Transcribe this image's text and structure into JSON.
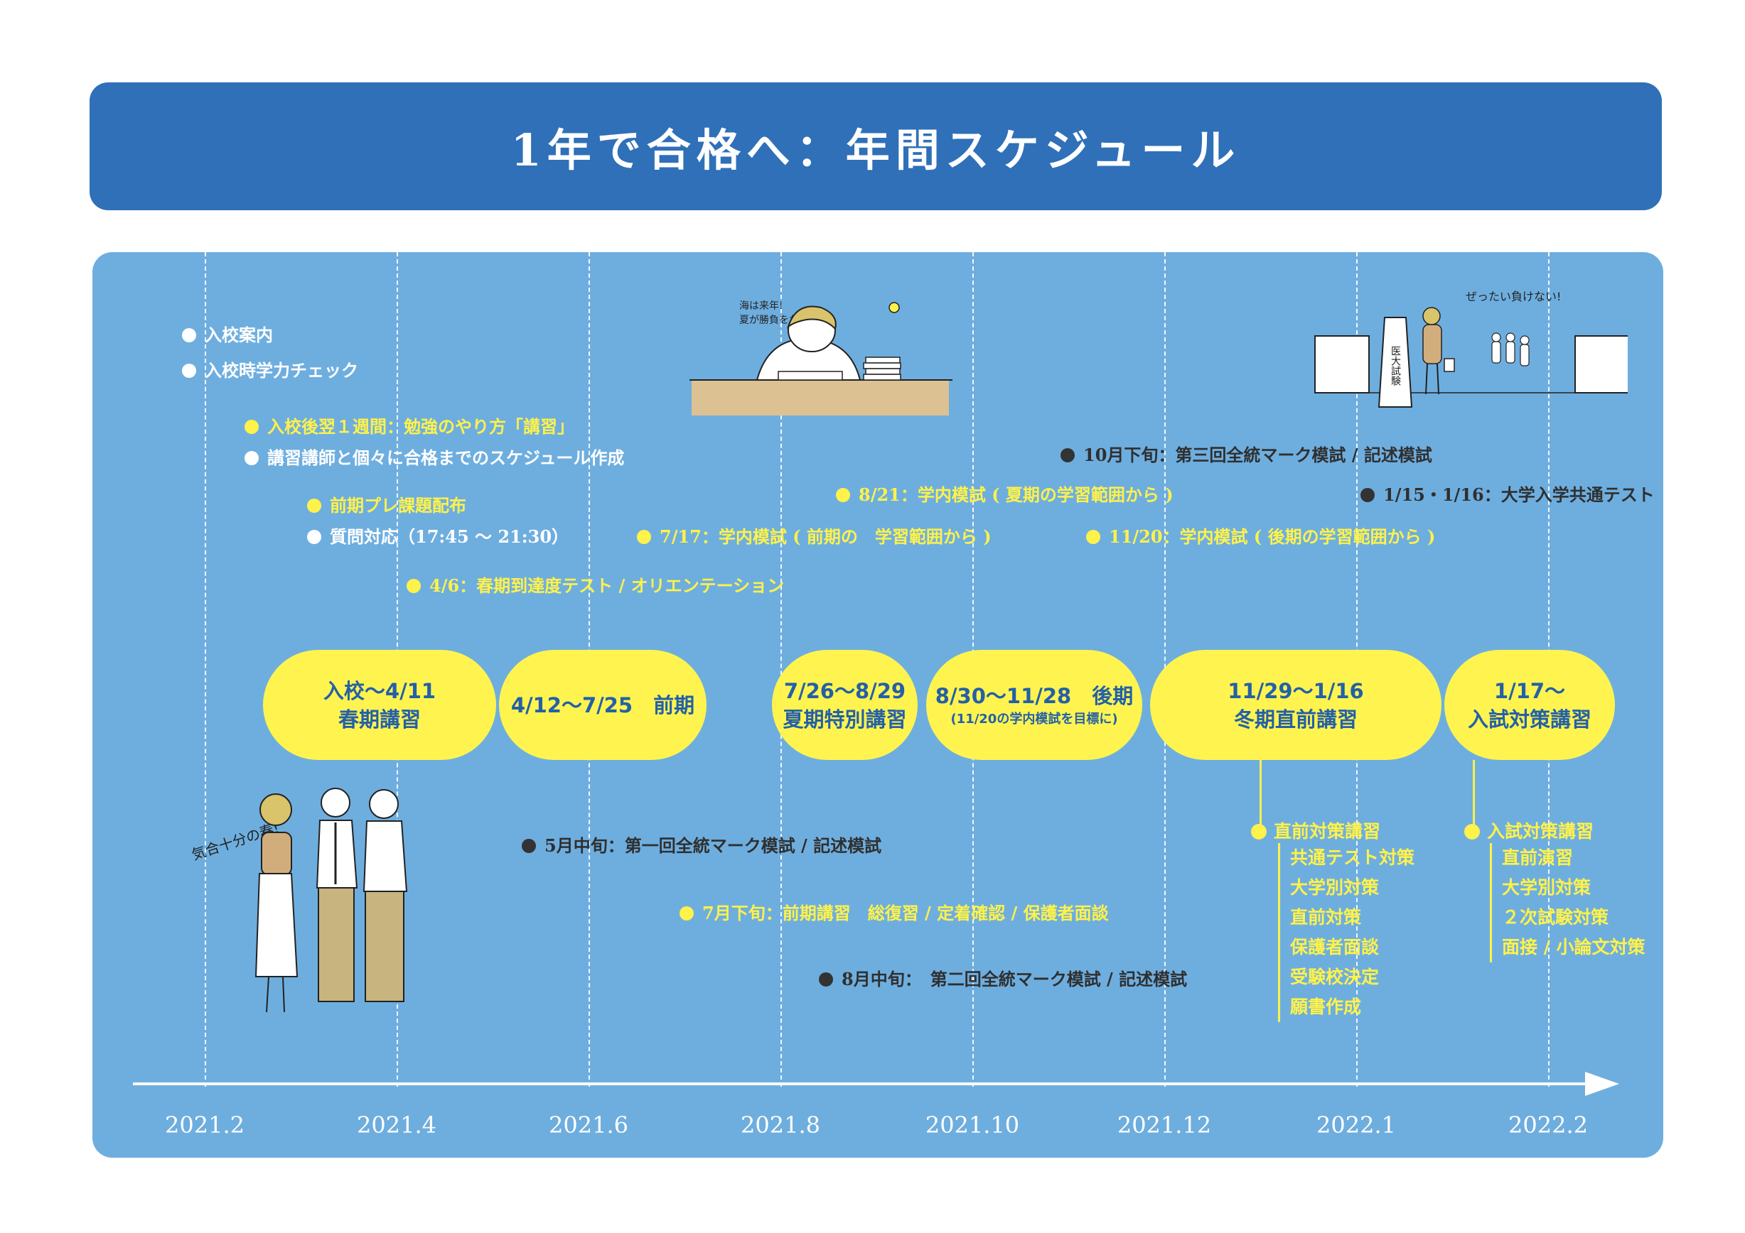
{
  "title": "1年で合格へ：年間スケジュール",
  "axis_labels": [
    "2021.2",
    "2021.4",
    "2021.6",
    "2021.8",
    "2021.10",
    "2021.12",
    "2022.1",
    "2022.2"
  ],
  "events": [
    {
      "text": "入校案内",
      "color": "white"
    },
    {
      "text": "入校時学力チェック",
      "color": "white"
    },
    {
      "text": "入校後翌１週間：勉強のやり方「講習」",
      "color": "yellow"
    },
    {
      "text": "講習講師と個々に合格までのスケジュール作成",
      "color": "white"
    },
    {
      "text": "前期プレ課題配布",
      "color": "yellow"
    },
    {
      "text": "質問対応（17:45 〜 21:30）",
      "color": "white"
    },
    {
      "text": "4/6：春期到達度テスト / オリエンテーション",
      "color": "yellow"
    },
    {
      "text": "7/17：学内模試 ( 前期の　学習範囲から )",
      "color": "yellow"
    },
    {
      "text": "8/21：学内模試 ( 夏期の学習範囲から )",
      "color": "yellow"
    },
    {
      "text": "10月下旬：第三回全統マーク模試 / 記述模試",
      "color": "dark"
    },
    {
      "text": "11/20：学内模試 ( 後期の学習範囲から )",
      "color": "yellow"
    },
    {
      "text": "1/15・1/16：大学入学共通テスト",
      "color": "dark"
    },
    {
      "text": "5月中旬：第一回全統マーク模試 / 記述模試",
      "color": "dark"
    },
    {
      "text": "7月下旬：前期講習　総復習 / 定着確認 / 保護者面談",
      "color": "yellow"
    },
    {
      "text": "8月中旬：　第二回全統マーク模試 / 記述模試",
      "color": "dark"
    }
  ],
  "periods": [
    {
      "line1": "入校〜4/11",
      "line2": "春期講習"
    },
    {
      "line1": "4/12〜7/25　前期",
      "line2": ""
    },
    {
      "line1": "7/26〜8/29",
      "line2": "夏期特別講習"
    },
    {
      "line1": "8/30〜11/28　後期",
      "note": "(11/20の学内模試を目標に)"
    },
    {
      "line1": "11/29〜1/16",
      "line2": "冬期直前講習"
    },
    {
      "line1": "1/17〜",
      "line2": "入試対策講習"
    }
  ],
  "winter_detail": {
    "heading": "直前対策講習",
    "items": [
      "共通テスト対策",
      "大学別対策",
      "直前対策",
      "保護者面談",
      "受験校決定",
      "願書作成"
    ]
  },
  "exam_detail": {
    "heading": "入試対策講習",
    "items": [
      "直前演習",
      "大学別対策",
      "２次試験対策",
      "面接 / 小論文対策"
    ]
  },
  "illustrations": {
    "spring_caption": "気合十分の春!",
    "summer_caption_1": "海は来年!",
    "summer_caption_2": "夏が勝負をわける",
    "exam_caption": "ぜったい負けない!",
    "exam_sign": "医大試験"
  },
  "colors": {
    "title_bg": "#2f70b8",
    "panel_bg": "#6eaedf",
    "pill_bg": "#fff44f",
    "pill_text": "#2460a8",
    "highlight": "#fff24a"
  }
}
